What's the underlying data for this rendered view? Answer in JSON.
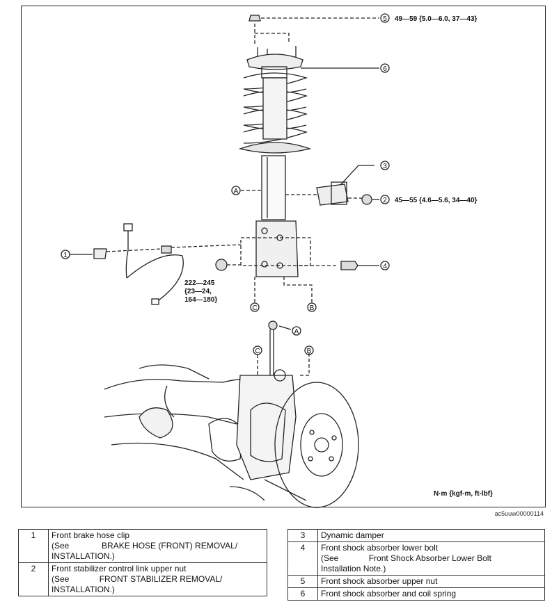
{
  "figure_id": "ac5uuw00000114",
  "units_note": "N·m {kgf-m, ft-lbf}",
  "callouts": {
    "c1": "1",
    "c2": "2",
    "c3": "3",
    "c4": "4",
    "c5": "5",
    "c6": "6",
    "A": "A",
    "B": "B",
    "C": "C"
  },
  "torques": {
    "t5": "49—59 {5.0—6.0, 37—43}",
    "t2": "45—55 {4.6—5.6, 34—40}",
    "t_lower": [
      "222—245",
      "{23—24,",
      "164—180}"
    ]
  },
  "parts_left": [
    {
      "no": "1",
      "lines": [
        "Front brake hose clip",
        "(See              BRAKE HOSE (FRONT) REMOVAL/",
        "INSTALLATION.)"
      ]
    },
    {
      "no": "2",
      "lines": [
        "Front stabilizer control link upper nut",
        "(See             FRONT STABILIZER REMOVAL/",
        "INSTALLATION.)"
      ]
    }
  ],
  "parts_right": [
    {
      "no": "3",
      "lines": [
        "Dynamic damper"
      ]
    },
    {
      "no": "4",
      "lines": [
        "Front shock absorber lower bolt",
        "(See             Front Shock Absorber Lower Bolt",
        "Installation Note.)"
      ]
    },
    {
      "no": "5",
      "lines": [
        "Front shock absorber upper nut"
      ]
    },
    {
      "no": "6",
      "lines": [
        "Front shock absorber and coil spring"
      ]
    }
  ]
}
